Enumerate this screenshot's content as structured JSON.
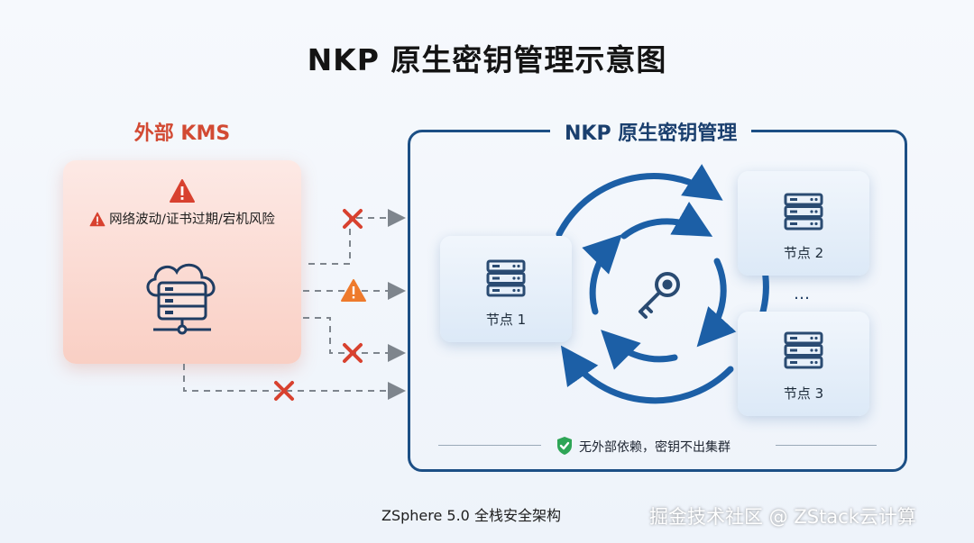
{
  "title": "NKP 原生密钥管理示意图",
  "external_kms": {
    "heading": "外部 KMS",
    "risk_text": "网络波动/证书过期/宕机风险",
    "icons": [
      "warning-icon",
      "cloud-server-icon"
    ]
  },
  "nkp": {
    "heading": "NKP 原生密钥管理",
    "nodes": [
      {
        "label": "节点 1"
      },
      {
        "label": "节点 2"
      },
      {
        "label": "节点 3"
      }
    ],
    "ellipsis": "…",
    "center_icon": "key-icon",
    "footer": "无外部依赖，密钥不出集群"
  },
  "connections": [
    {
      "status": "failed",
      "icon": "x-icon"
    },
    {
      "status": "warning",
      "icon": "warning-icon"
    },
    {
      "status": "failed",
      "icon": "x-icon"
    },
    {
      "status": "failed",
      "icon": "x-icon"
    }
  ],
  "caption": "ZSphere 5.0 全栈安全架构",
  "watermark": "掘金技术社区 @ ZStack云计算",
  "colors": {
    "danger": "#d8412f",
    "warning": "#ee7a2c",
    "primary": "#1c4f85",
    "ok": "#2ea556"
  }
}
